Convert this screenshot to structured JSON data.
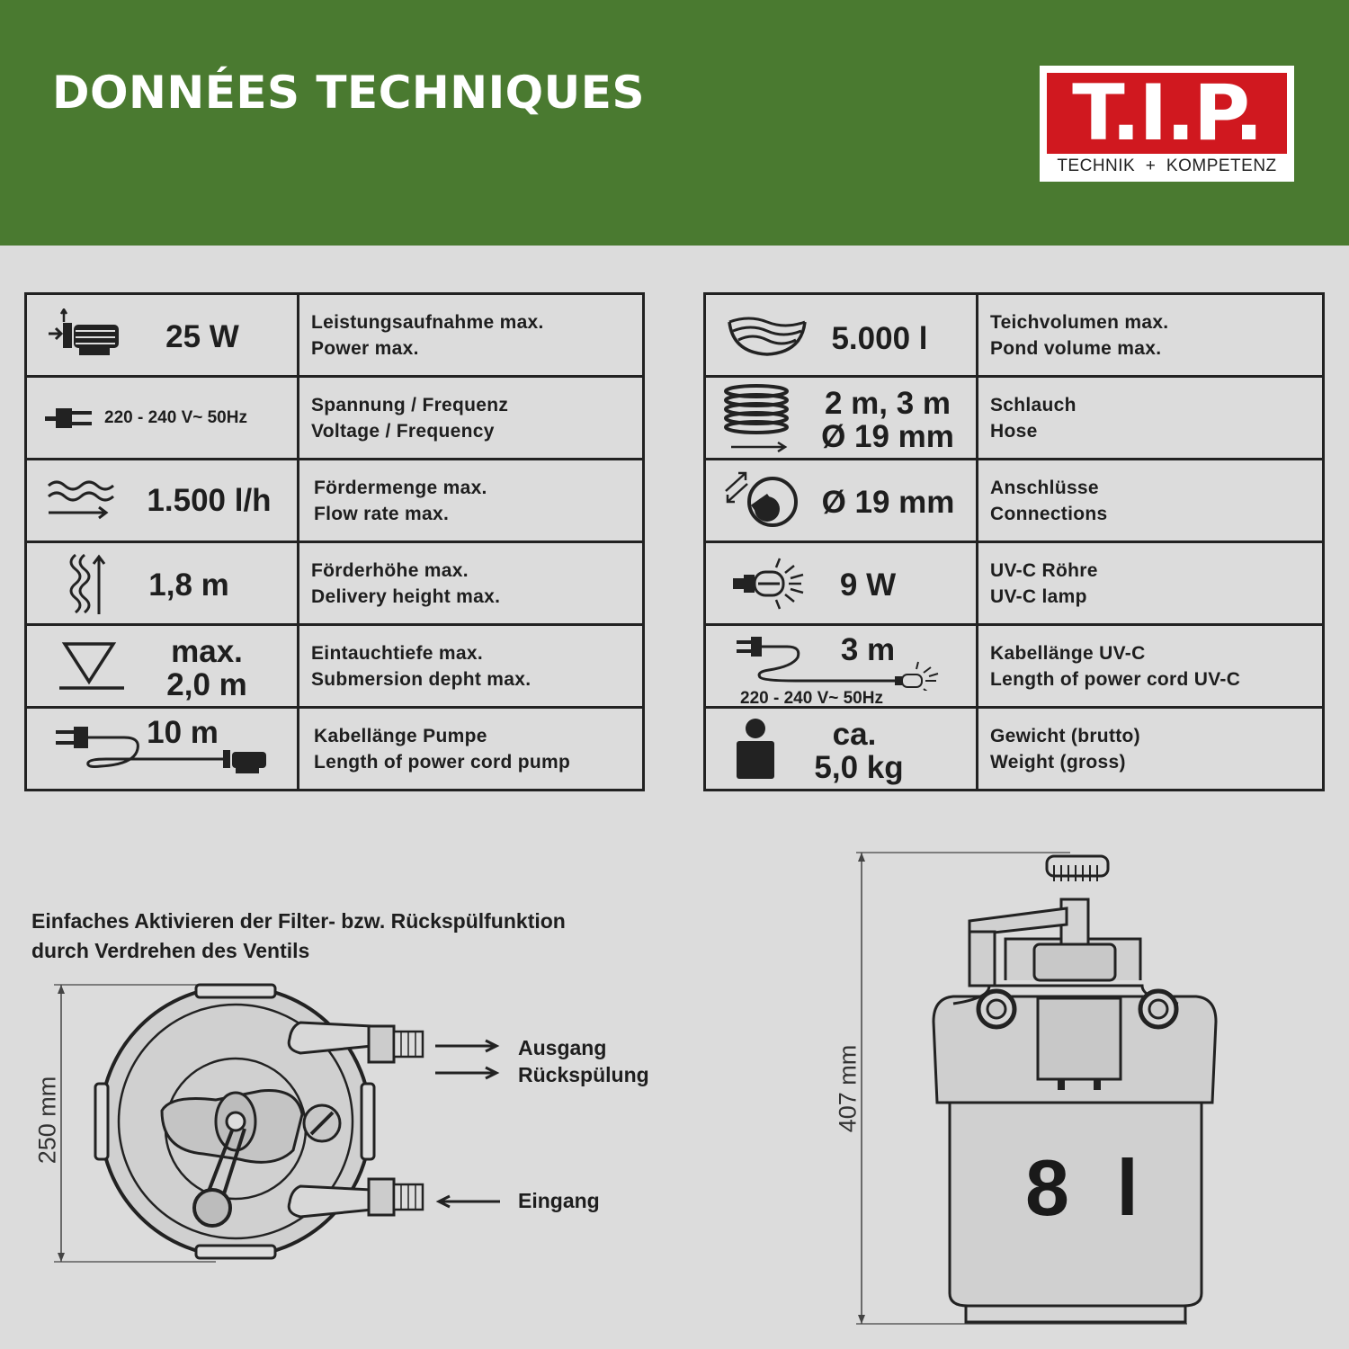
{
  "header": {
    "title": "DONNÉES TECHNIQUES"
  },
  "logo": {
    "letters": "T.I.P.",
    "tagline": "TECHNIK  +  KOMPETENZ"
  },
  "left_table": [
    {
      "icon": "pump-motor-icon",
      "value": "25 W",
      "de": "Leistungsaufnahme max.",
      "en": "Power max."
    },
    {
      "icon": "power-plug-icon",
      "value": "220 - 240 V~  50Hz",
      "de": "Spannung / Frequenz",
      "en": "Voltage / Frequency"
    },
    {
      "icon": "flow-waves-icon",
      "value": "1.500 l/h",
      "de": "Fördermenge max.",
      "en": "Flow rate max."
    },
    {
      "icon": "delivery-height-icon",
      "value": "1,8 m",
      "de": "Förderhöhe max.",
      "en": "Delivery height max."
    },
    {
      "icon": "submersion-depth-icon",
      "value_line1": "max.",
      "value_line2": "2,0 m",
      "de": "Eintauchtiefe max.",
      "en": "Submersion depht max."
    },
    {
      "icon": "pump-cable-icon",
      "value": "10 m",
      "de": "Kabellänge Pumpe",
      "en": "Length of power cord pump"
    }
  ],
  "right_table": [
    {
      "icon": "pond-waves-icon",
      "value": "5.000 l",
      "de": "Teichvolumen max.",
      "en": "Pond volume max."
    },
    {
      "icon": "hose-coil-icon",
      "value_line1": "2 m, 3 m",
      "value_line2": "Ø 19 mm",
      "de": "Schlauch",
      "en": "Hose"
    },
    {
      "icon": "connection-icon",
      "value": "Ø 19 mm",
      "de": "Anschlüsse",
      "en": "Connections"
    },
    {
      "icon": "uv-lamp-icon",
      "value": "9 W",
      "de": "UV-C Röhre",
      "en": "UV-C lamp"
    },
    {
      "icon": "uv-cable-icon",
      "value": "3 m",
      "sub": "220 - 240 V~ 50Hz",
      "de": "Kabellänge UV-C",
      "en": "Length of power cord UV-C"
    },
    {
      "icon": "weight-icon",
      "value_line1": "ca.",
      "value_line2": "5,0 kg",
      "de": "Gewicht (brutto)",
      "en": "Weight (gross)"
    }
  ],
  "instructions": {
    "line1": "Einfaches Aktivieren der Filter- bzw. Rückspülfunktion",
    "line2": "durch Verdrehen des Ventils"
  },
  "top_view": {
    "dimension": "250 mm",
    "outlet": "Ausgang",
    "backwash": "Rückspülung",
    "inlet": "Eingang"
  },
  "side_view": {
    "dimension": "407 mm",
    "volume": "8 l"
  }
}
